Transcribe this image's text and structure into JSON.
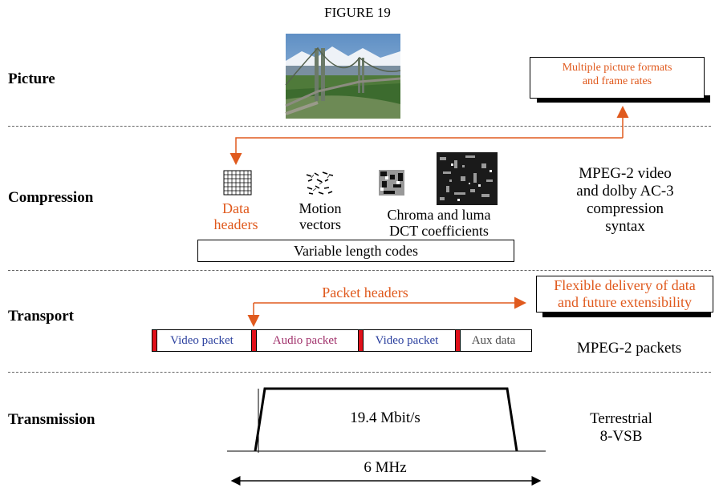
{
  "figure_title": "FIGURE 19",
  "layers": {
    "picture": "Picture",
    "compression": "Compression",
    "transport": "Transport",
    "transmission": "Transmission"
  },
  "picture_box": {
    "line1": "Multiple picture formats",
    "line2": "and frame rates"
  },
  "compression": {
    "data_headers": {
      "line1": "Data",
      "line2": "headers"
    },
    "motion_vectors": {
      "line1": "Motion",
      "line2": "vectors"
    },
    "dct": {
      "line1": "Chroma and luma",
      "line2": "DCT coefficients"
    },
    "vlc": "Variable length codes",
    "side": [
      "MPEG-2 video",
      "and dolby AC-3",
      "compression",
      "syntax"
    ]
  },
  "transport": {
    "packet_headers": "Packet headers",
    "flex_box": {
      "line1": "Flexible delivery of data",
      "line2": "and future extensibility"
    },
    "packets": [
      {
        "label": "Video packet",
        "color": "#2a3f9e"
      },
      {
        "label": "Audio packet",
        "color": "#a0306a"
      },
      {
        "label": "Video packet",
        "color": "#2a3f9e"
      },
      {
        "label": "Aux data",
        "color": "#4a4a4a"
      }
    ],
    "side": "MPEG-2 packets"
  },
  "transmission": {
    "rate": "19.4 Mbit/s",
    "bandwidth": "6 MHz",
    "side": [
      "Terrestrial",
      "8-VSB"
    ]
  },
  "colors": {
    "accent": "#e05a1e",
    "packet_bar": "#e0101a"
  },
  "icons": [
    "bridge-photo",
    "grid-icon",
    "motion-vectors-icon",
    "chroma-icon",
    "luma-dct-icon"
  ]
}
